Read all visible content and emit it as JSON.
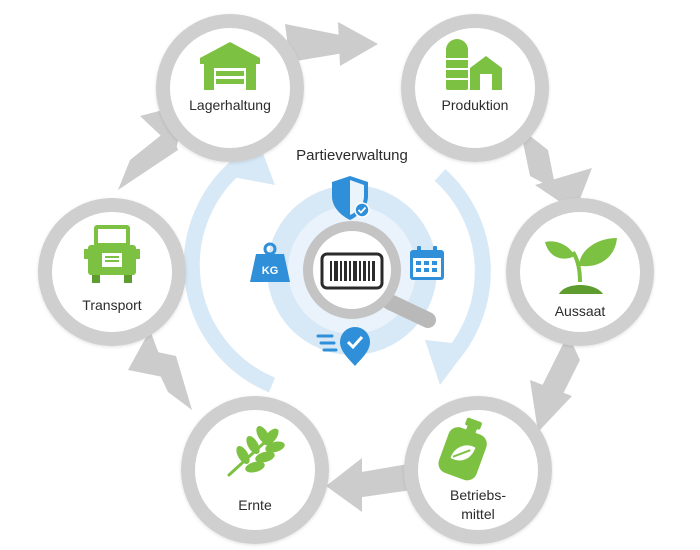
{
  "center": {
    "title": "Partieverwaltung",
    "weight_badge": "KG",
    "icons": [
      "shield-check-icon",
      "weight-icon",
      "calendar-icon",
      "magnifier-barcode-icon",
      "location-check-icon"
    ]
  },
  "nodes": [
    {
      "key": "lagerhaltung",
      "label": "Lagerhaltung",
      "icon": "warehouse-icon"
    },
    {
      "key": "produktion",
      "label": "Produktion",
      "icon": "factory-silo-icon"
    },
    {
      "key": "aussaat",
      "label": "Aussaat",
      "icon": "seedling-icon"
    },
    {
      "key": "betriebsmittel",
      "label_line1": "Betriebs-",
      "label_line2": "mittel",
      "icon": "bottle-leaf-icon"
    },
    {
      "key": "ernte",
      "label": "Ernte",
      "icon": "wheat-icon"
    },
    {
      "key": "transport",
      "label": "Transport",
      "icon": "truck-icon"
    }
  ],
  "colors": {
    "green": "#7cc142",
    "green_dark": "#5e9c2f",
    "blue": "#2f8fd8",
    "light_blue": "#d7e9f7",
    "ring_gray": "#cfcfcf",
    "arrow_gray": "#cccccc"
  }
}
